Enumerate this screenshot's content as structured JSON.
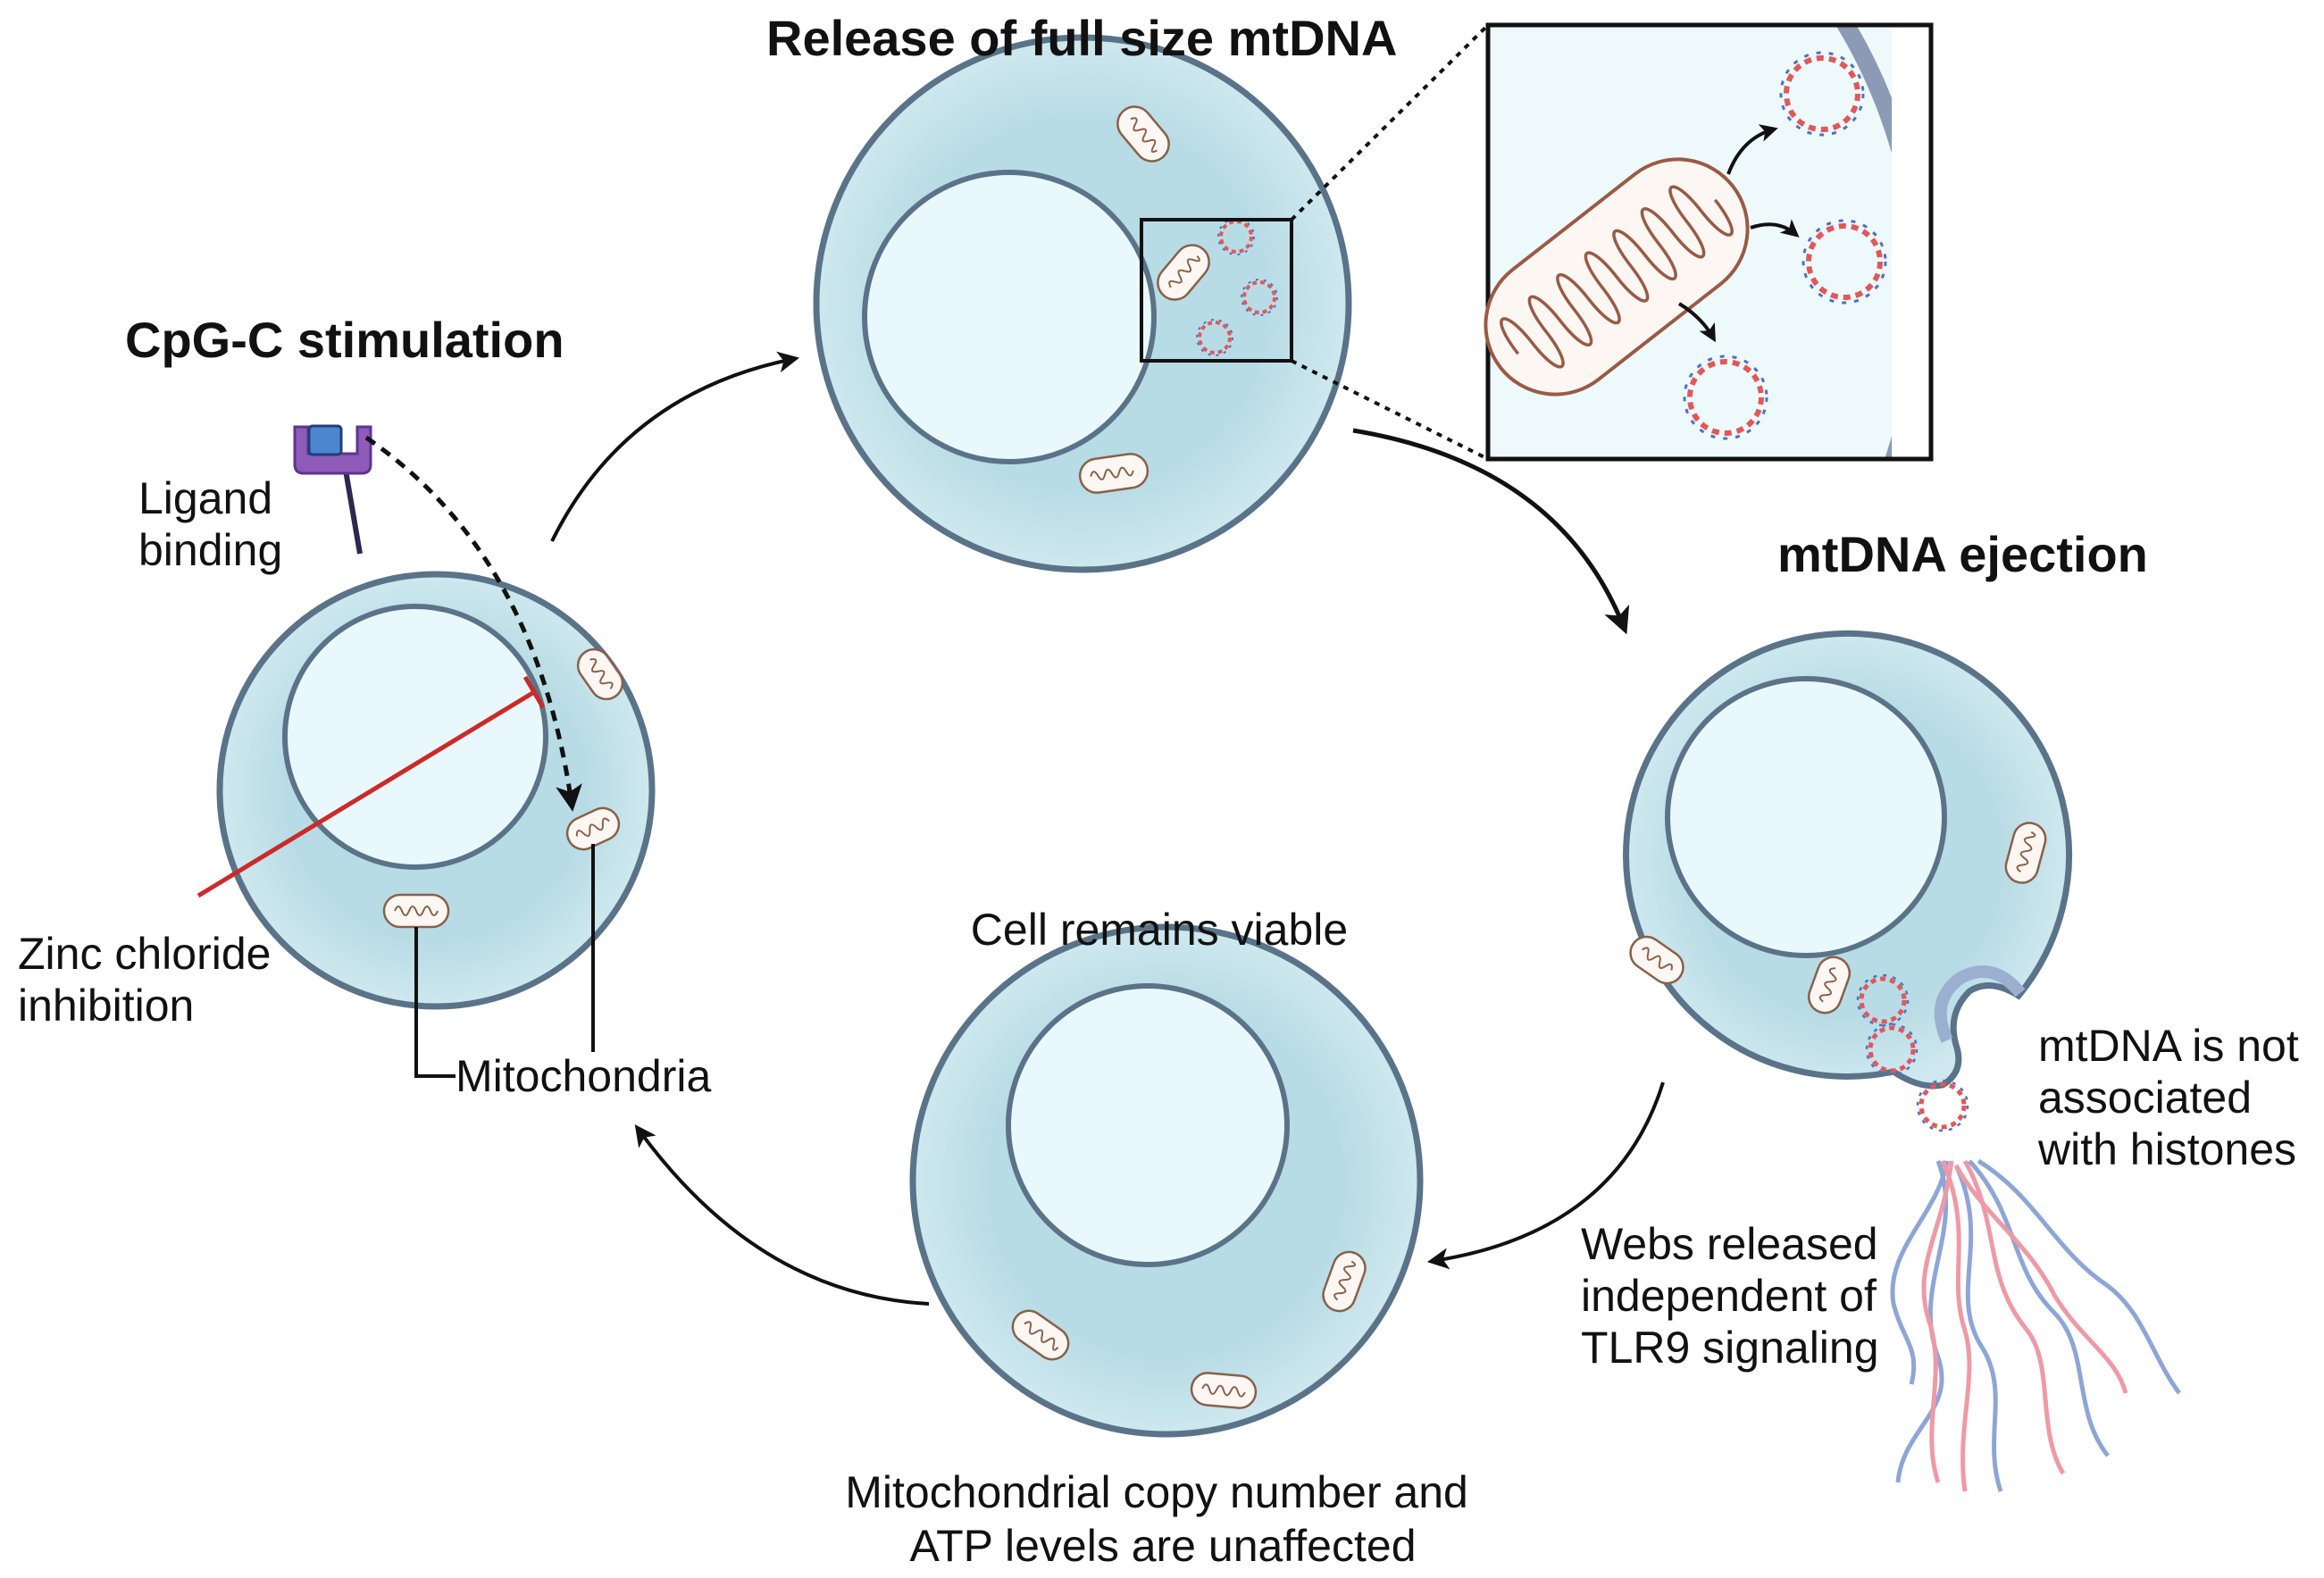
{
  "titles": {
    "cpg": "CpG-C stimulation",
    "release": "Release of full size mtDNA",
    "ejection": "mtDNA ejection"
  },
  "labels": {
    "ligand": [
      "Ligand",
      "binding"
    ],
    "zinc": [
      "Zinc chloride",
      "inhibition"
    ],
    "mitochondria": "Mitochondria",
    "viable": "Cell remains viable",
    "copy_number": [
      "Mitochondrial copy number and",
      "ATP levels are unaffected"
    ],
    "histones": [
      "mtDNA is not",
      "associated",
      "with histones"
    ],
    "webs": [
      "Webs released",
      "independent of",
      "TLR9 signaling"
    ]
  },
  "colors": {
    "cytoplasm": "#b9dde6",
    "membrane": "#5b7388",
    "nucleus": "#e9f8fc",
    "inhibition": "#cc2a2a",
    "receptor": "#8e5bb8",
    "ligand": "#4b86cf",
    "dna_red": "#e1585a",
    "dna_blue": "#4d72c4",
    "web_blue": "#8ea6d6",
    "web_pink": "#ee9aa6"
  }
}
